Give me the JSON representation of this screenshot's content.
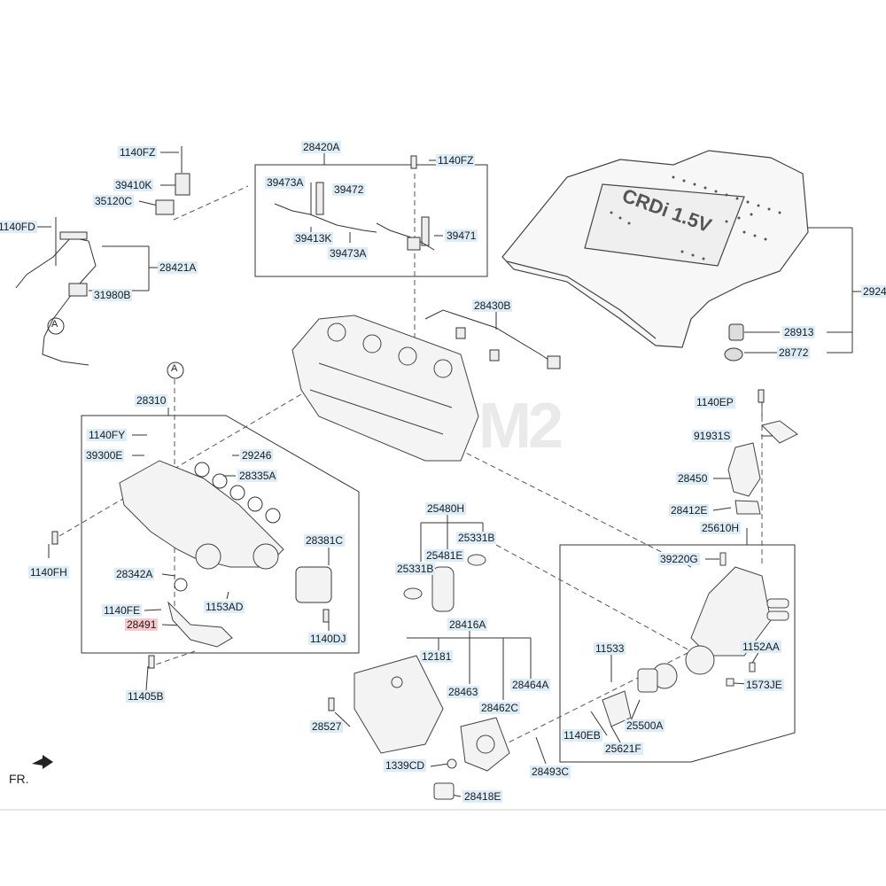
{
  "diagram": {
    "labels": {
      "p1140fz_a": "1140FZ",
      "p39410k": "39410K",
      "p35120c": "35120C",
      "p1140fd": "1140FD",
      "p28421a": "28421A",
      "p31980b": "31980B",
      "p28420a": "28420A",
      "p39473a_a": "39473A",
      "p39472": "39472",
      "p39413k": "39413K",
      "p39473a_b": "39473A",
      "p39471": "39471",
      "p1140fz_b": "1140FZ",
      "p29240": "2924",
      "p28913": "28913",
      "p28772": "28772",
      "p28430b": "28430B",
      "p28310": "28310",
      "p1140fy": "1140FY",
      "p39300e": "39300E",
      "p29246": "29246",
      "p28335a": "28335A",
      "p28381c": "28381C",
      "p1140fh": "1140FH",
      "p28342a": "28342A",
      "p1140fe": "1140FE",
      "p1153ad": "1153AD",
      "p28491": "28491",
      "p1140dj": "1140DJ",
      "p11405b": "11405B",
      "p1140ep": "1140EP",
      "p91931s": "91931S",
      "p28450": "28450",
      "p28412e": "28412E",
      "p25610h": "25610H",
      "p39220g": "39220G",
      "p1152aa": "1152AA",
      "p1573je": "1573JE",
      "p25480h": "25480H",
      "p25331b_a": "25331B",
      "p25331b_b": "25331B",
      "p25481e": "25481E",
      "p28416a": "28416A",
      "p12181": "12181",
      "p28463": "28463",
      "p28464a": "28464A",
      "p28462c": "28462C",
      "p28527": "28527",
      "p1339cd": "1339CD",
      "p28418e": "28418E",
      "p28493c": "28493C",
      "p11533": "11533",
      "p1140eb": "1140EB",
      "p25500a": "25500A",
      "p25621f": "25621F"
    },
    "refs": {
      "ref_a1": "A",
      "ref_a2": "A"
    },
    "cover_text": "CRDi 1.5V",
    "front_label": "FR.",
    "watermark": "M2",
    "colors": {
      "label_bg": "#dcedf8",
      "highlight_bg": "#f6c9cc",
      "line": "#333333"
    }
  }
}
